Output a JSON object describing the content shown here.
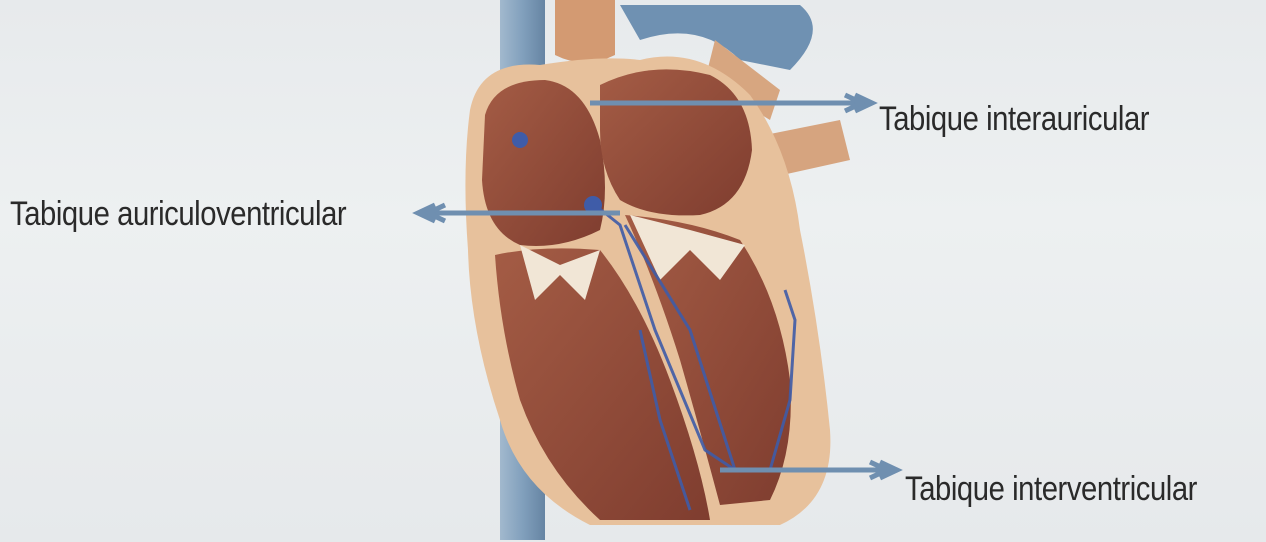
{
  "diagram": {
    "labels": {
      "interauricular": "Tabique interauricular",
      "auriculoventricular": "Tabique auriculoventricular",
      "interventricular": "Tabique interventricular"
    },
    "colors": {
      "background": "#e9ecee",
      "arrow": "#6f8fb0",
      "vessel": "#7fa0bf",
      "atrium": "#9b5a42",
      "ventricle": "#b45e44",
      "wall": "#e8c39f",
      "conduction": "#3f5ca8"
    },
    "icons": [
      "heart-illustration",
      "arrow-right-icon",
      "arrow-left-icon"
    ]
  }
}
